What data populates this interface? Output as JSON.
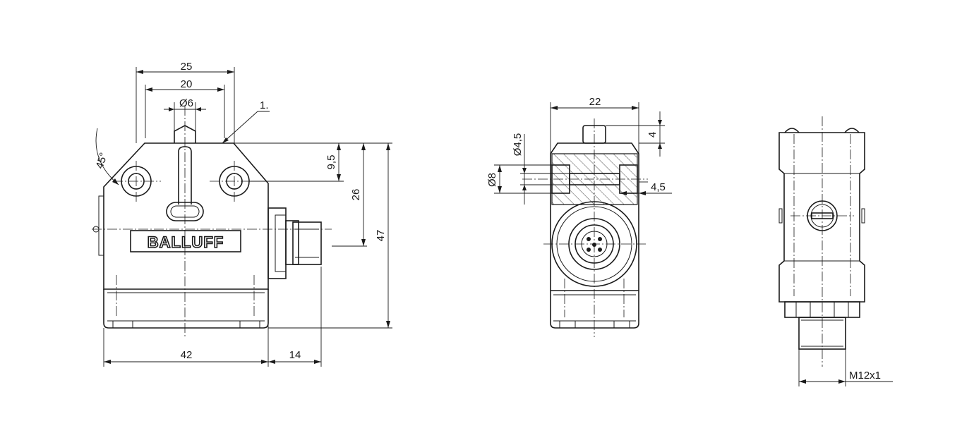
{
  "front_view": {
    "dim_width_top": "25",
    "dim_width_inner": "20",
    "dim_plunger": "Ø6",
    "callout": "1.",
    "angle": "45°",
    "dim_9_5": "9,5",
    "dim_26": "26",
    "dim_47": "47",
    "dim_42": "42",
    "dim_14": "14",
    "logo": "BALLUFF"
  },
  "side_view": {
    "dim_22": "22",
    "dim_4": "4",
    "dim_hole_4_5": "Ø4,5",
    "dim_bore_8": "Ø8",
    "dim_4_5": "4,5"
  },
  "right_view": {
    "thread": "M12x1"
  }
}
